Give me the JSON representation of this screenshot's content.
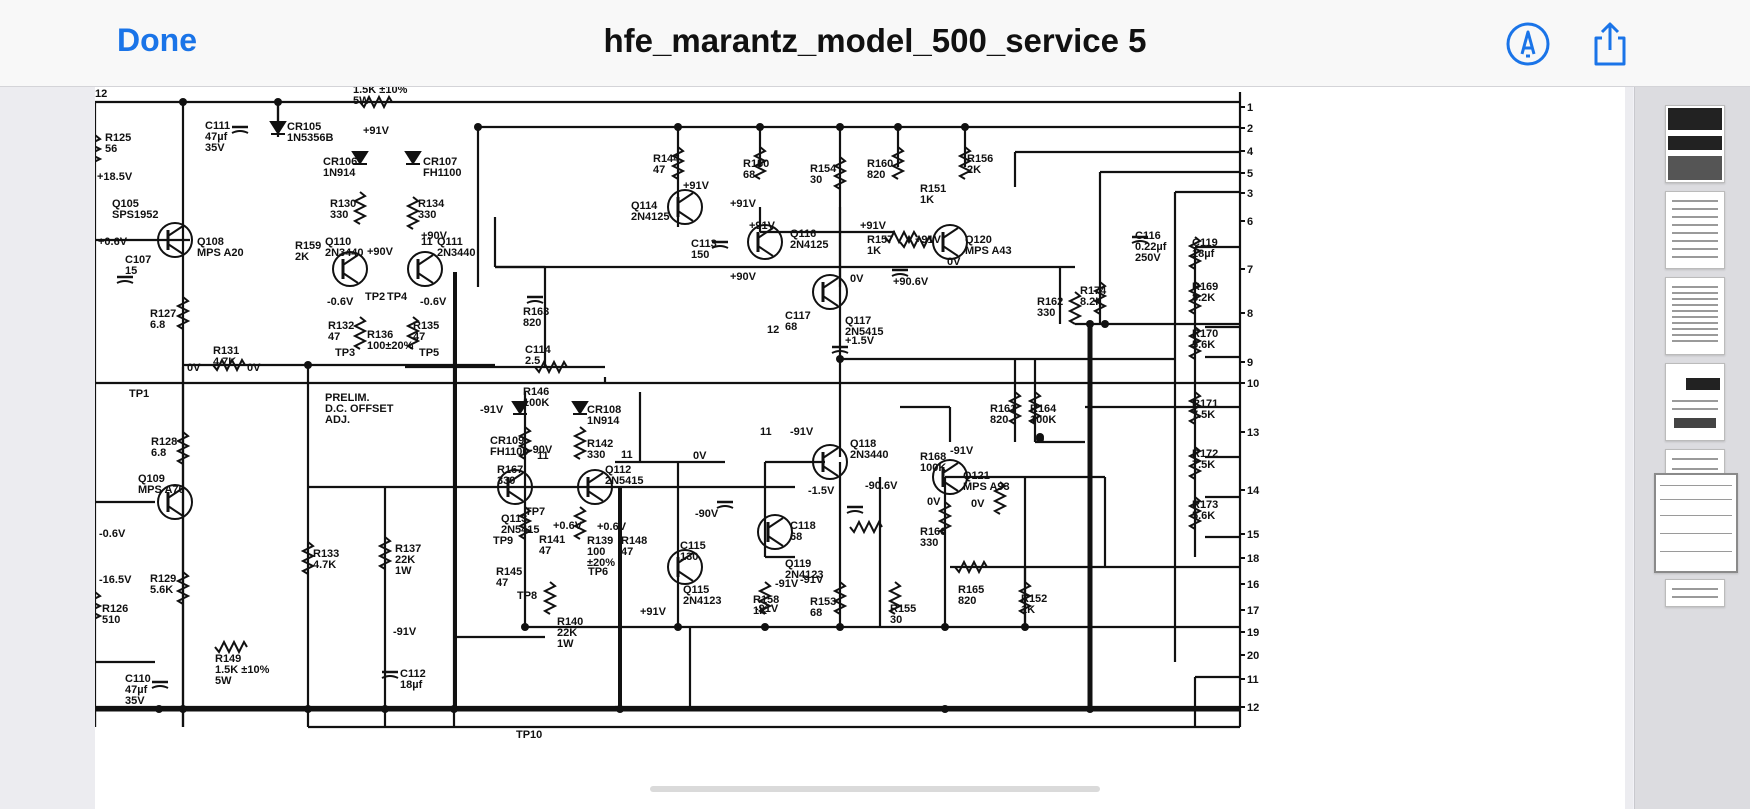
{
  "toolbar": {
    "done_label": "Done",
    "title": "hfe_marantz_model_500_service 5",
    "markup_icon": "markup-pen-icon",
    "share_icon": "share-icon"
  },
  "schematic": {
    "right_edge_numbers": [
      "1",
      "2",
      "4",
      "5",
      "3",
      "6",
      "7",
      "8",
      "9",
      "10",
      "13",
      "14",
      "15",
      "18",
      "16",
      "17",
      "19",
      "20",
      "11",
      "12"
    ],
    "components": [
      [
        "1.5K ±10%\n5W"
      ],
      [
        "R125\n56"
      ],
      [
        "+18.5V"
      ],
      [
        "Q105\nSPS1952"
      ],
      [
        "C111\n47µf\n35V"
      ],
      [
        "CR105\n1N5356B"
      ],
      [
        "+91V"
      ],
      [
        "CR106\n1N914"
      ],
      [
        "CR107\nFH1100"
      ],
      [
        "R130\n330"
      ],
      [
        "R134\n330"
      ],
      [
        "+90V"
      ],
      [
        "Q108\nMPS A20"
      ],
      [
        "+0.6V"
      ],
      [
        "C107\n15"
      ],
      [
        "Q110\n2N3440"
      ],
      [
        "+90V"
      ],
      [
        "Q111\n2N3440"
      ],
      [
        "R127\n6.8"
      ],
      [
        "-0.6V"
      ],
      [
        "TP2"
      ],
      [
        "TP4"
      ],
      [
        "-0.6V"
      ],
      [
        "R132\n47"
      ],
      [
        "R136\n100±20%"
      ],
      [
        "R135\n47"
      ],
      [
        "TP3"
      ],
      [
        "TP5"
      ],
      [
        "R131\n4.7K"
      ],
      [
        "0V"
      ],
      [
        "0V"
      ],
      [
        "TP1"
      ],
      [
        "PRELIM.\nD.C. OFFSET\nADJ."
      ],
      [
        "R128\n6.8"
      ],
      [
        "Q109\nMPS A70"
      ],
      [
        "-0.6V"
      ],
      [
        "-16.5V"
      ],
      [
        "R126\n510"
      ],
      [
        "R129\n5.6K"
      ],
      [
        "R133\n4.7K"
      ],
      [
        "R137\n22K\n1W"
      ],
      [
        "-91V"
      ],
      [
        "C110\n47µf\n35V"
      ],
      [
        "R149\n1.5K ±10%\n5W"
      ],
      [
        "C112\n18µf"
      ],
      [
        "TP10"
      ],
      [
        "R144\n47"
      ],
      [
        "R150\n68"
      ],
      [
        "R154\n30"
      ],
      [
        "R160\n820"
      ],
      [
        "R156\n2K"
      ],
      [
        "R151\n1K"
      ],
      [
        "Q114\n2N4125"
      ],
      [
        "+91V"
      ],
      [
        "+91V"
      ],
      [
        "C113\n150"
      ],
      [
        "+90V"
      ],
      [
        "+91V"
      ],
      [
        "Q116\n2N4125"
      ],
      [
        "+91V"
      ],
      [
        "R157\n1K"
      ],
      [
        "+91V"
      ],
      [
        "Q120\nMPS A43"
      ],
      [
        "0V"
      ],
      [
        "0V"
      ],
      [
        "+90.6V"
      ],
      [
        "C117\n68"
      ],
      [
        "Q117\n2N5415"
      ],
      [
        "+1.5V"
      ],
      [
        "C116\n0.22µf\n250V"
      ],
      [
        "C119\n18µf"
      ],
      [
        "R169\n8.2K"
      ],
      [
        "R170\n5.6K"
      ],
      [
        "R171\n7.5K"
      ],
      [
        "R172\n7.5K"
      ],
      [
        "R173\n5.6K"
      ],
      [
        "R174\n8.2K"
      ],
      [
        "R162\n330"
      ],
      [
        "R163\n820"
      ],
      [
        "C114\n2.5"
      ],
      [
        "R146\n100K"
      ],
      [
        "-91V"
      ],
      [
        "CR108\n1N914"
      ],
      [
        "CR109\nFH1100"
      ],
      [
        "R142\n330"
      ],
      [
        "R167\n330"
      ],
      [
        "-90V"
      ],
      [
        "Q112\n2N5415"
      ],
      [
        "Q113\n2N5415"
      ],
      [
        "TP7"
      ],
      [
        "+0.6V"
      ],
      [
        "+0.6V"
      ],
      [
        "TP9"
      ],
      [
        "R141\n47"
      ],
      [
        "R139\n100\n±20%"
      ],
      [
        "R145\n47"
      ],
      [
        "TP6"
      ],
      [
        "TP8"
      ],
      [
        "R140\n22K\n1W"
      ],
      [
        "+91V"
      ],
      [
        "R148\n47"
      ],
      [
        "0V"
      ],
      [
        "-90V"
      ],
      [
        "C115\n130"
      ],
      [
        "Q115\n2N4123"
      ],
      [
        "-91V"
      ],
      [
        "Q118\n2N3440"
      ],
      [
        "-1.5V"
      ],
      [
        "-90.6V"
      ],
      [
        "C118\n68"
      ],
      [
        "Q119\n2N4123"
      ],
      [
        "-91V"
      ],
      [
        "-91V"
      ],
      [
        "R158\n1K"
      ],
      [
        "-91V"
      ],
      [
        "R153\n68"
      ],
      [
        "R155\n30"
      ],
      [
        "R161\n820"
      ],
      [
        "R164\n100K"
      ],
      [
        "R168\n100K"
      ],
      [
        "-91V"
      ],
      [
        "Q121\nMPS A93"
      ],
      [
        "0V"
      ],
      [
        "0V"
      ],
      [
        "R166\n330"
      ],
      [
        "R165\n820"
      ],
      [
        "R152\n1K"
      ],
      [
        "R159\n2K"
      ],
      [
        "11"
      ],
      [
        "11"
      ],
      [
        "11"
      ],
      [
        "11"
      ],
      [
        "12"
      ],
      [
        "12"
      ]
    ]
  },
  "thumbnails": {
    "count": 7,
    "active_index": 5
  }
}
